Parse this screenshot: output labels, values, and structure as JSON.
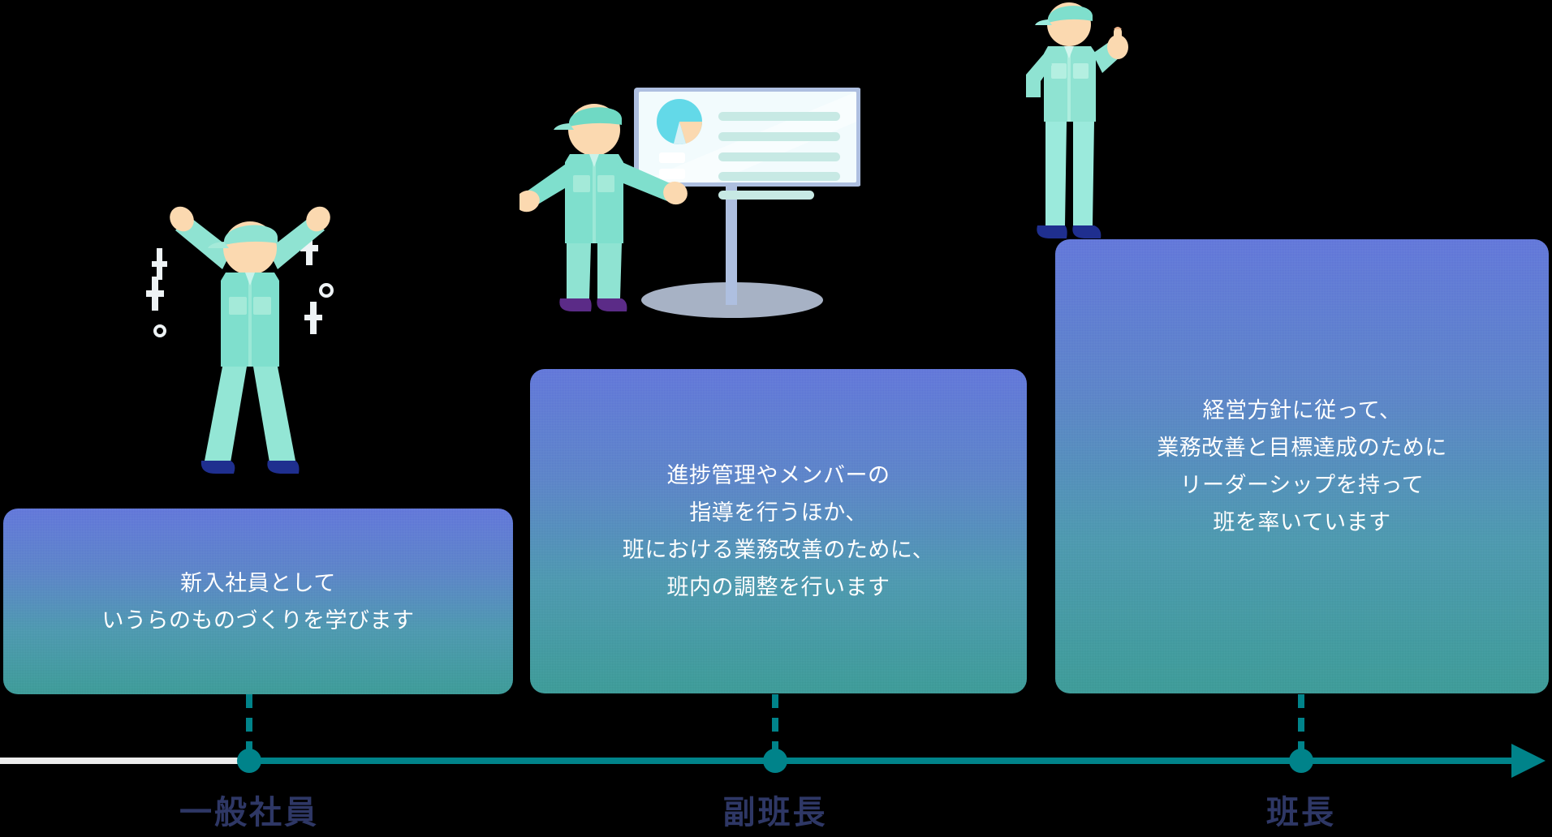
{
  "palette": {
    "background": "#000000",
    "card_gradient_top": "#6479da",
    "card_gradient_bottom": "#3f9c99",
    "axis_teal": "#00838a",
    "axis_gray": "#ececec",
    "label_navy": "#2e3765",
    "card_text": "#ffffff",
    "uniform_mint": "#8fe3d2",
    "uniform_mint_dark": "#6fd9c4",
    "skin_peach": "#fbd9b0",
    "shoe_navy": "#1f2f8f",
    "shoe_purple": "#5b2b87",
    "board_white": "#f2fbfd",
    "board_frame": "#9bb3e0",
    "pie_cyan": "#63d9e8"
  },
  "stages": [
    {
      "id": "stage-1",
      "axis_label": "一般社員",
      "card_text": "新入社員として\nいうらのものづくりを学びます",
      "illustration": "worker-arms-raised-icon"
    },
    {
      "id": "stage-2",
      "axis_label": "副班長",
      "card_text": "進捗管理やメンバーの\n指導を行うほか、\n班における業務改善のために、\n班内の調整を行います",
      "illustration": "worker-presenting-board-icon"
    },
    {
      "id": "stage-3",
      "axis_label": "班長",
      "card_text": "経営方針に従って、\n業務改善と目標達成のために\nリーダーシップを持って\n班を率いています",
      "illustration": "worker-pointing-up-icon"
    }
  ],
  "timeline": {
    "direction_icon": "arrow-right-icon",
    "node_icon": "timeline-node-dot-icon",
    "connector_icon": "dashed-connector-icon"
  }
}
